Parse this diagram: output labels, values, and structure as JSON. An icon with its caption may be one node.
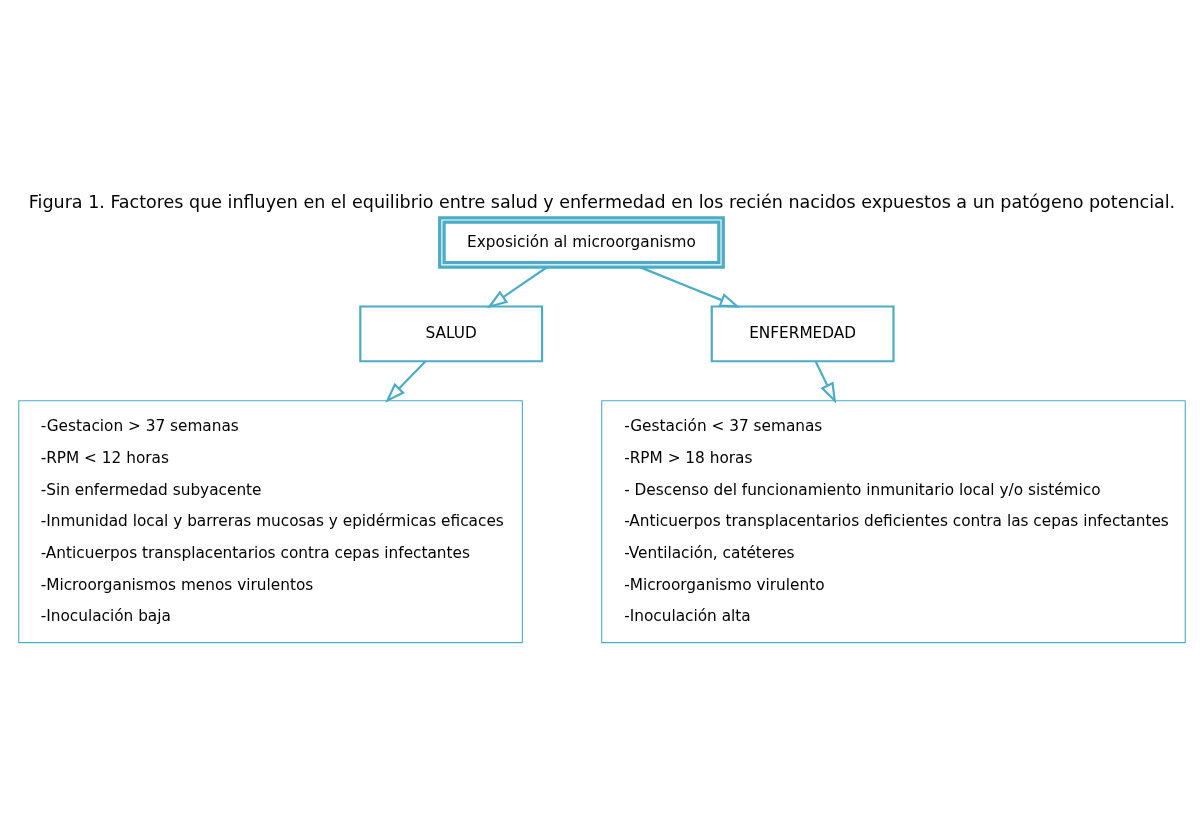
{
  "diagram": {
    "title": "Figura 1. Factores que influyen en el equilibrio entre salud y enfermedad en los recién nacidos expuestos a un patógeno potencial.",
    "nodes": [
      {
        "text": [
          "Exposición al microorganismo"
        ]
      },
      {
        "text": [
          "SALUD"
        ]
      },
      {
        "text": [
          "ENFERMEDAD"
        ]
      },
      {
        "text": [
          "-Gestacion > 37 semanas",
          "-RPM < 12 horas",
          "-Sin enfermedad subyacente",
          "-Inmunidad local y barreras mucosas y epidérmicas eficaces",
          "-Anticuerpos transplacentarios contra cepas infectantes",
          "-Microorganismos menos virulentos",
          "-Inoculación baja"
        ]
      },
      {
        "text": [
          "-Gestación < 37 semanas",
          "-RPM > 18 horas",
          "- Descenso del funcionamiento inmunitario local y/o sistémico",
          "-Anticuerpos transplacentarios deficientes contra las cepas infectantes",
          "-Ventilación, catéteres",
          "-Microorganismo virulento",
          "-Inoculación alta"
        ]
      }
    ],
    "edges": [
      {
        "from": 0,
        "to": 1,
        "arrow": "to"
      },
      {
        "from": 0,
        "to": 2,
        "arrow": "to"
      },
      {
        "from": 1,
        "to": 3,
        "arrow": "to"
      },
      {
        "from": 2,
        "to": 4,
        "arrow": "to"
      }
    ]
  }
}
